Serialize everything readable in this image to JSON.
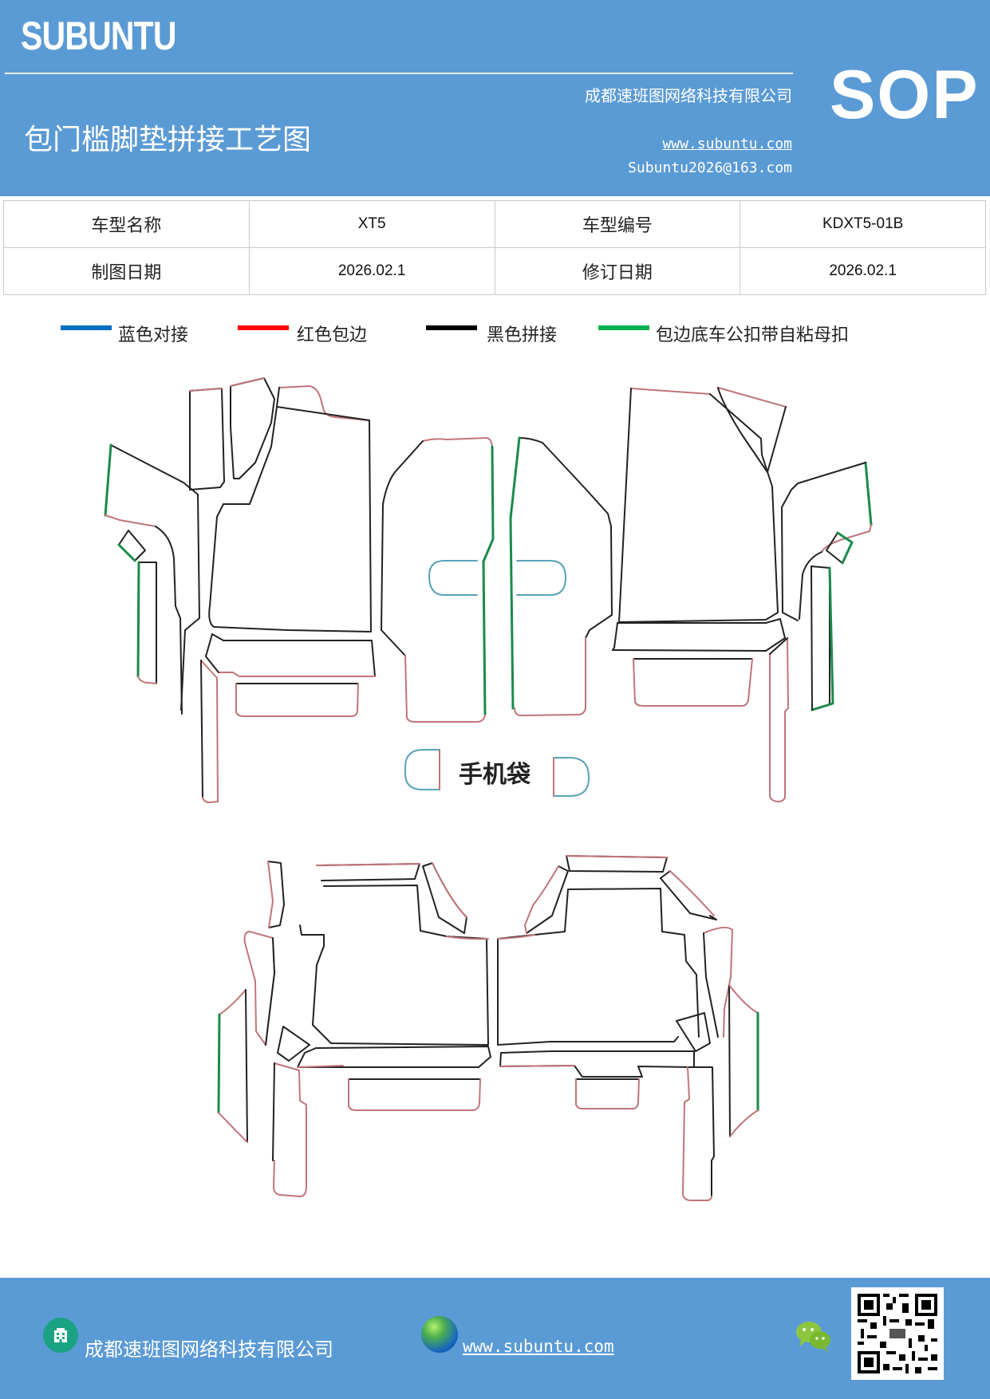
{
  "header": {
    "brand": "SUBUNTU",
    "title": "包门槛脚垫拼接工艺图",
    "company": "成都速班图网络科技有限公司",
    "website": "www.subuntu.com",
    "email": "Subuntu2026@163.com",
    "badge": "SOP"
  },
  "info_table": {
    "rows": [
      {
        "label1": "车型名称",
        "value1": "XT5",
        "label2": "车型编号",
        "value2": "KDXT5-01B"
      },
      {
        "label1": "制图日期",
        "value1": "2026.02.1",
        "label2": "修订日期",
        "value2": "2026.02.1"
      }
    ]
  },
  "legend": {
    "items": [
      {
        "label": "蓝色对接",
        "color": "#0070c0"
      },
      {
        "label": "红色包边",
        "color": "#ff0000"
      },
      {
        "label": "黑色拼接",
        "color": "#000000"
      },
      {
        "label": "包边底车公扣带自粘母扣",
        "color": "#00b050"
      }
    ]
  },
  "diagram": {
    "phone_pocket_label": "手机袋",
    "colors": {
      "black": "#222222",
      "red": "#c0757a",
      "green": "#1b8a4c",
      "blue": "#5aa3b8"
    }
  },
  "footer": {
    "company": "成都速班图网络科技有限公司",
    "website": "www.subuntu.com",
    "company_icon": "building-icon",
    "web_icon": "globe-icon",
    "wechat_icon": "wechat-icon",
    "qr_code": "qr-code"
  },
  "colors": {
    "header_bg": "#5b9bd5",
    "footer_bg": "#5b9bd5",
    "text_on_header": "#ffffff"
  }
}
